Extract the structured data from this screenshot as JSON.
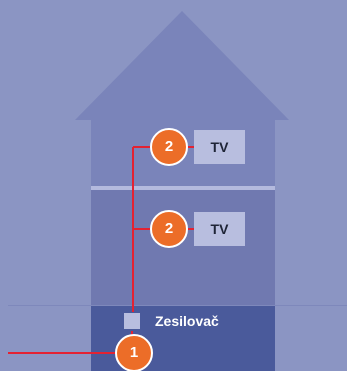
{
  "colors": {
    "background": "#8b95c3",
    "house_upper": "#7a84ba",
    "house_lower": "#7079b0",
    "basement": "#4a5a9b",
    "floor_line": "#b4bade",
    "cable": "#e32232",
    "badge": "#ec6d28",
    "tv_box": "#b8bedf"
  },
  "badges": {
    "tv_upper": "2",
    "tv_lower": "2",
    "input": "1"
  },
  "devices": {
    "tv_upper": "TV",
    "tv_lower": "TV",
    "amplifier": "Zesilovač"
  }
}
